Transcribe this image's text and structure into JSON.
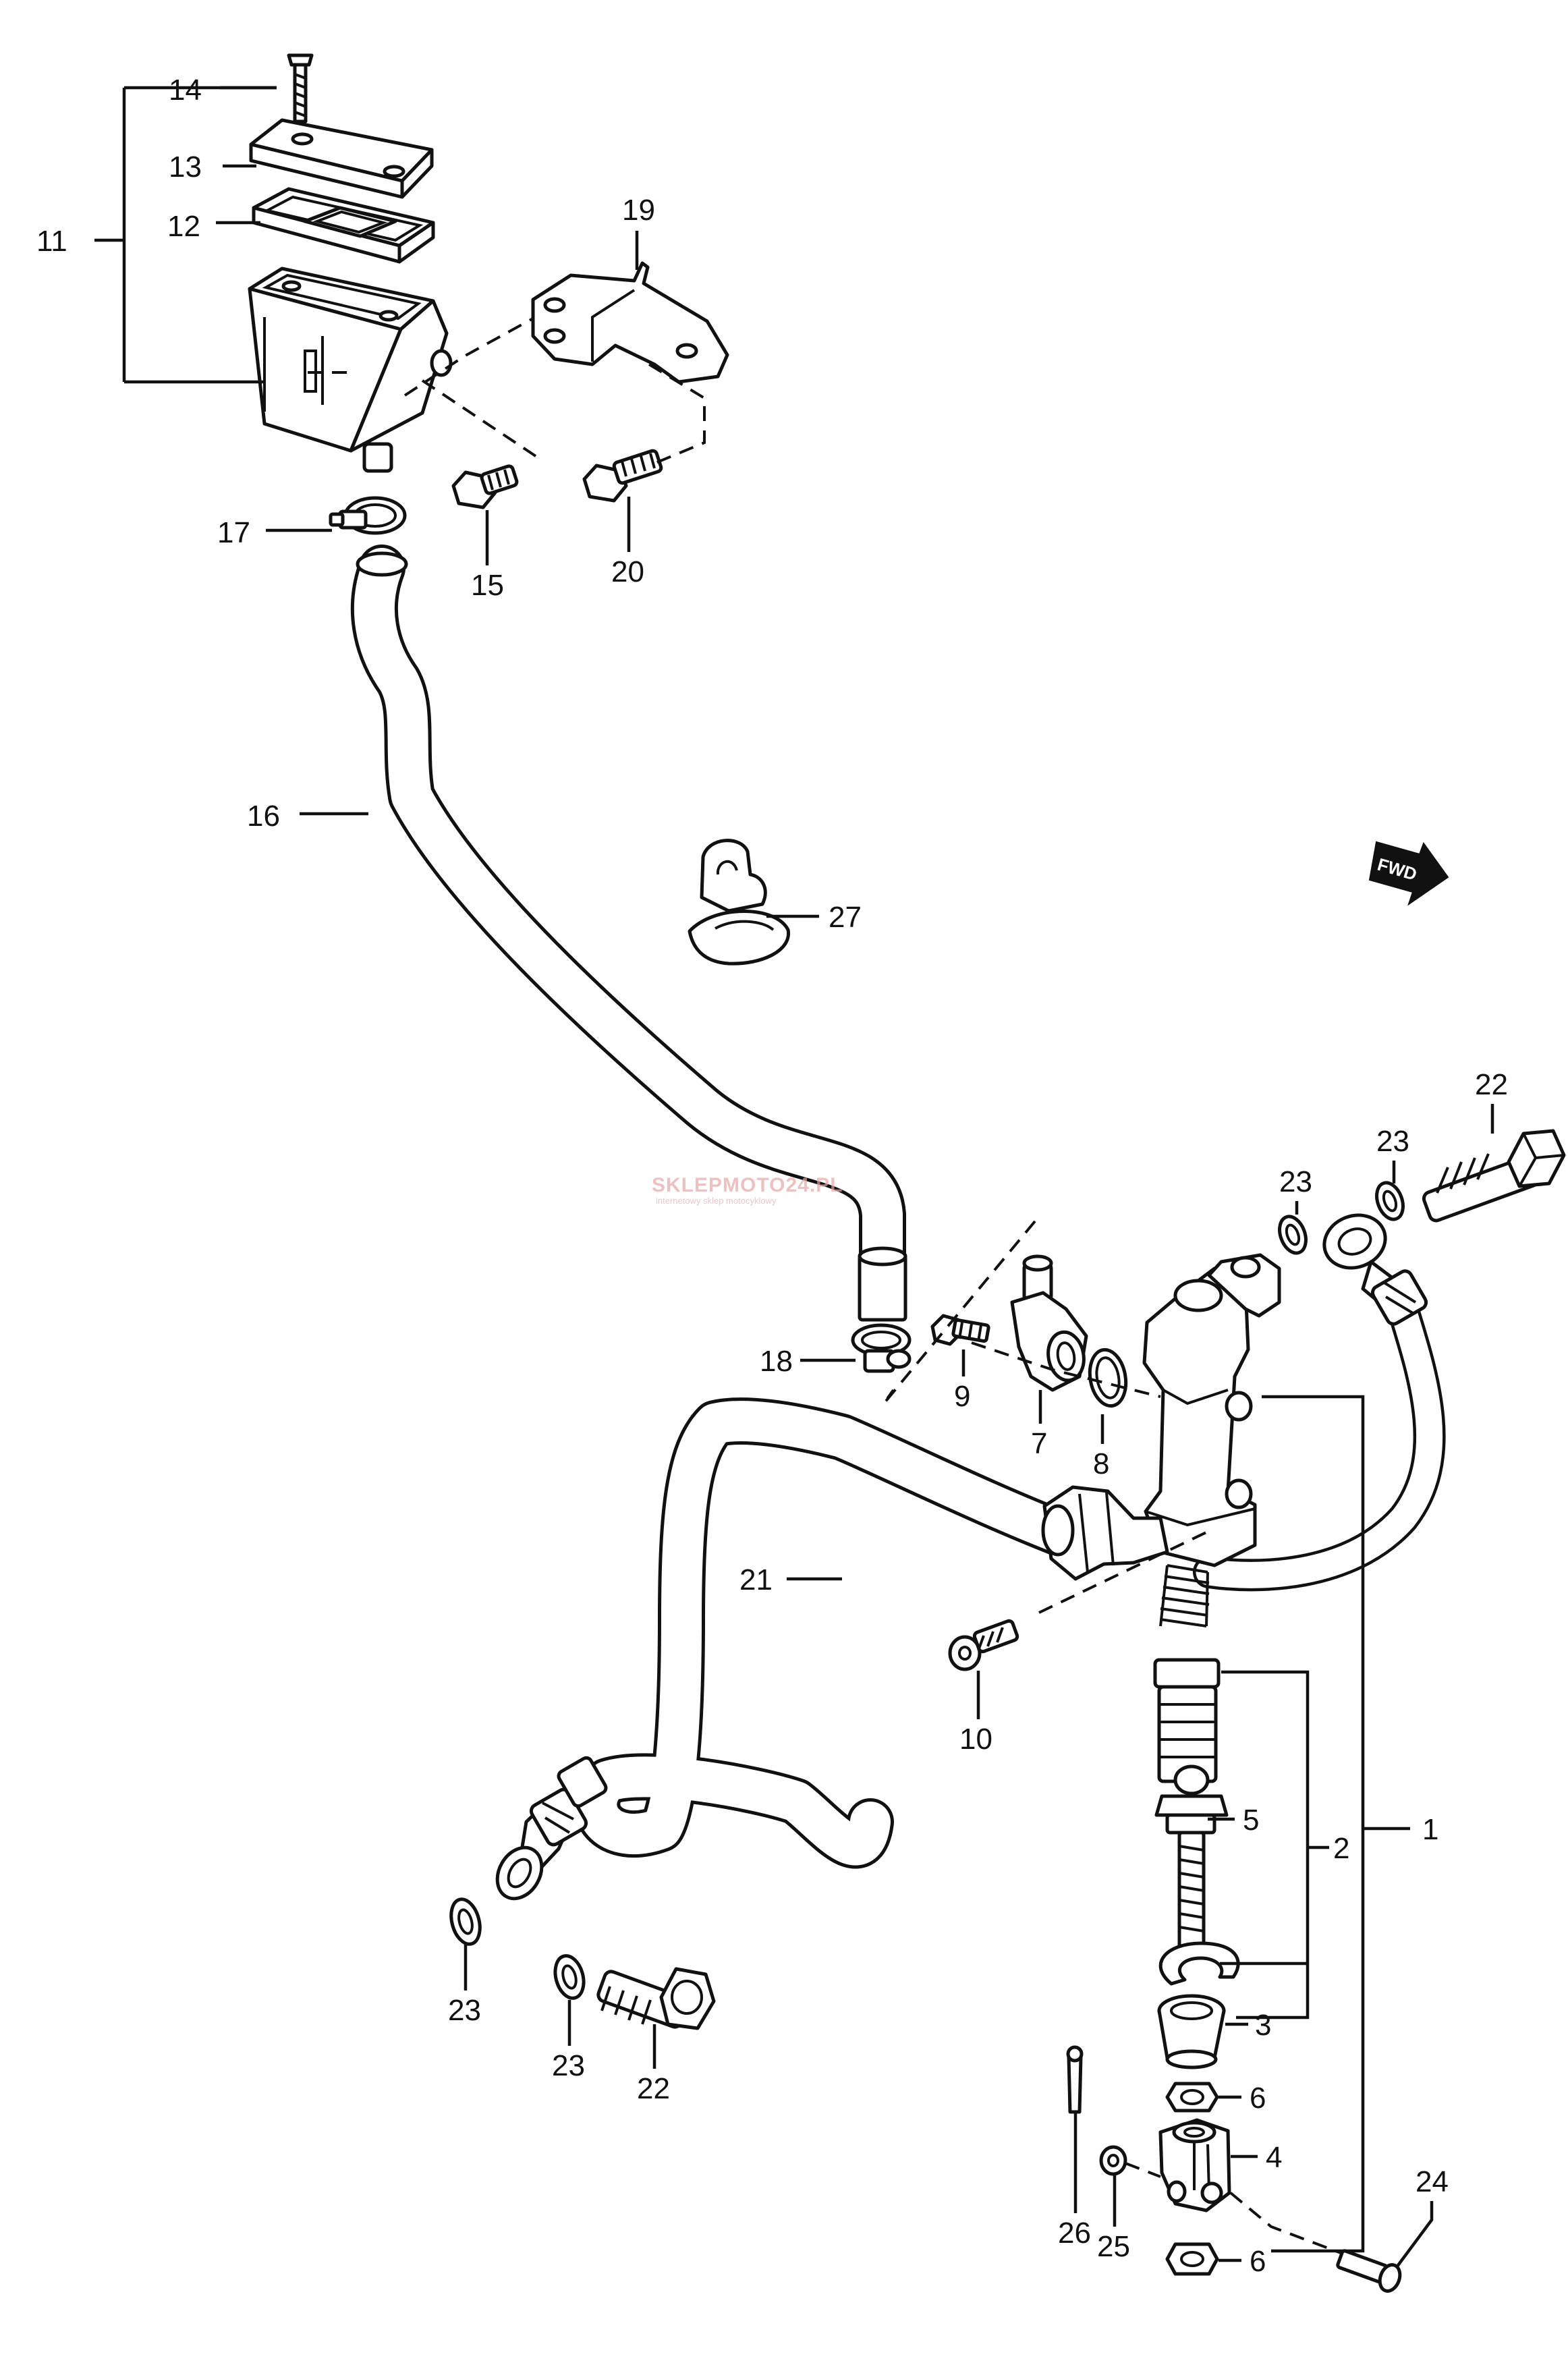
{
  "callouts": {
    "c1": "1",
    "c2": "2",
    "c3": "3",
    "c4": "4",
    "c5": "5",
    "c6a": "6",
    "c6b": "6",
    "c7": "7",
    "c8": "8",
    "c9": "9",
    "c10": "10",
    "c11": "11",
    "c12": "12",
    "c13": "13",
    "c14": "14",
    "c15": "15",
    "c16": "16",
    "c17": "17",
    "c18": "18",
    "c19": "19",
    "c20": "20",
    "c21": "21",
    "c22a": "22",
    "c22b": "22",
    "c23a": "23",
    "c23b": "23",
    "c23c": "23",
    "c23d": "23",
    "c24": "24",
    "c25": "25",
    "c26": "26",
    "c27": "27"
  },
  "direction_badge": "FWD",
  "watermark": {
    "brand_prefix": "SKLEPMOTO",
    "brand_box": "24",
    "brand_suffix": ".PL",
    "tagline": "internetowy sklep motocyklowy"
  },
  "colors": {
    "ink": "#111111",
    "paper": "#ffffff",
    "watermark": "#e3a7a7"
  }
}
